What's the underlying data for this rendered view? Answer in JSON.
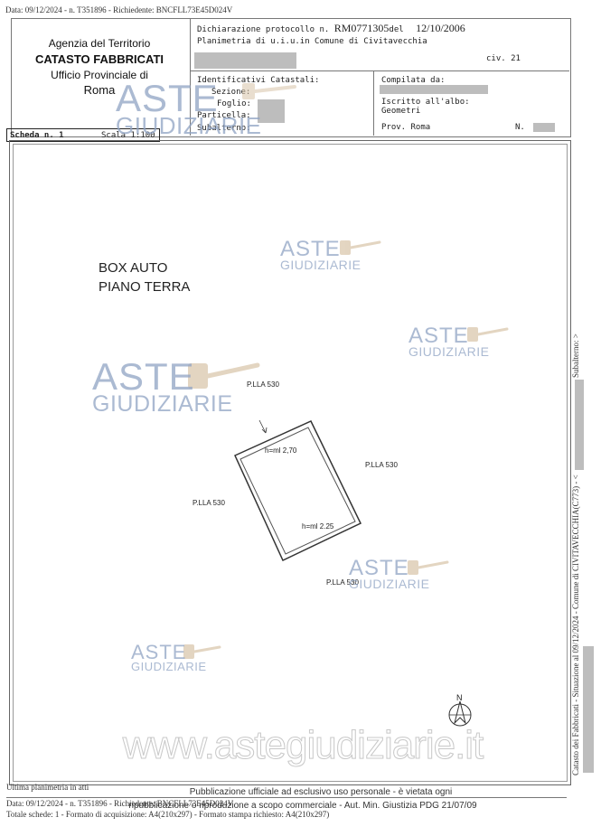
{
  "top_meta": "Data: 09/12/2024 - n. T351896 - Richiedente: BNCFLL73E45D024V",
  "agency": {
    "line1": "Agenzia del Territorio",
    "line2": "CATASTO FABBRICATI",
    "line3": "Ufficio Provinciale di",
    "line4": "Roma"
  },
  "header": {
    "declaration_label": "Dichiarazione protocollo n.",
    "protocol_number": "RM0771305",
    "date_label": "del",
    "date": "12/10/2006",
    "planimetria": "Planimetria di u.i.u.in Comune di Civitavecchia",
    "civ": "civ. 21",
    "identificativi": "Identificativi Catastali:",
    "sezione": "Sezione:",
    "foglio": "Foglio:",
    "particella": "Particella:",
    "subalterno": "Subalterno:",
    "compilata": "Compilata da:",
    "iscritto": "Iscritto all'albo:",
    "geometri": "Geometri",
    "prov": "Prov. Roma",
    "n_label": "N."
  },
  "scheda": {
    "label": "Scheda n. 1",
    "scale": "Scala 1:100"
  },
  "plan": {
    "title_line1": "BOX AUTO",
    "title_line2": "PIANO TERRA",
    "labels": [
      "P.LLA 530",
      "P.LLA 530",
      "P.LLA 530",
      "P.LLA 530"
    ],
    "height_top": "h=ml 2,70",
    "height_bottom": "h=ml 2.25"
  },
  "compass": {
    "north": "N"
  },
  "watermark": {
    "aste": "ASTE",
    "giudiziarie": "GIUDIZIARIE",
    "site": "www.astegiudiziarie.it"
  },
  "footer": {
    "ultima": "Ultima planimetria in atti",
    "publication_line1": "Pubblicazione ufficiale ad esclusivo uso personale - è vietata ogni",
    "publication_line2": "ripubblicazione o riproduzione a scopo commerciale - Aut. Min. Giustizia PDG 21/07/09",
    "data_line": "Data: 09/12/2024 - n. T351896 - Richiedente: BNCFLL73E45D024V",
    "totale": "Totale schede: 1 - Formato di acquisizione: A4(210x297) - Formato stampa richiesto: A4(210x297)"
  },
  "side": {
    "main": "Catasto dei Fabbricati - Situazione al 09/12/2024 - Comune di CIVITAVECCHIA(C773) - <",
    "subalterno": "Subalterno: >"
  },
  "colors": {
    "watermark": "#8fa3c4",
    "redaction": "#bdbdbd"
  }
}
